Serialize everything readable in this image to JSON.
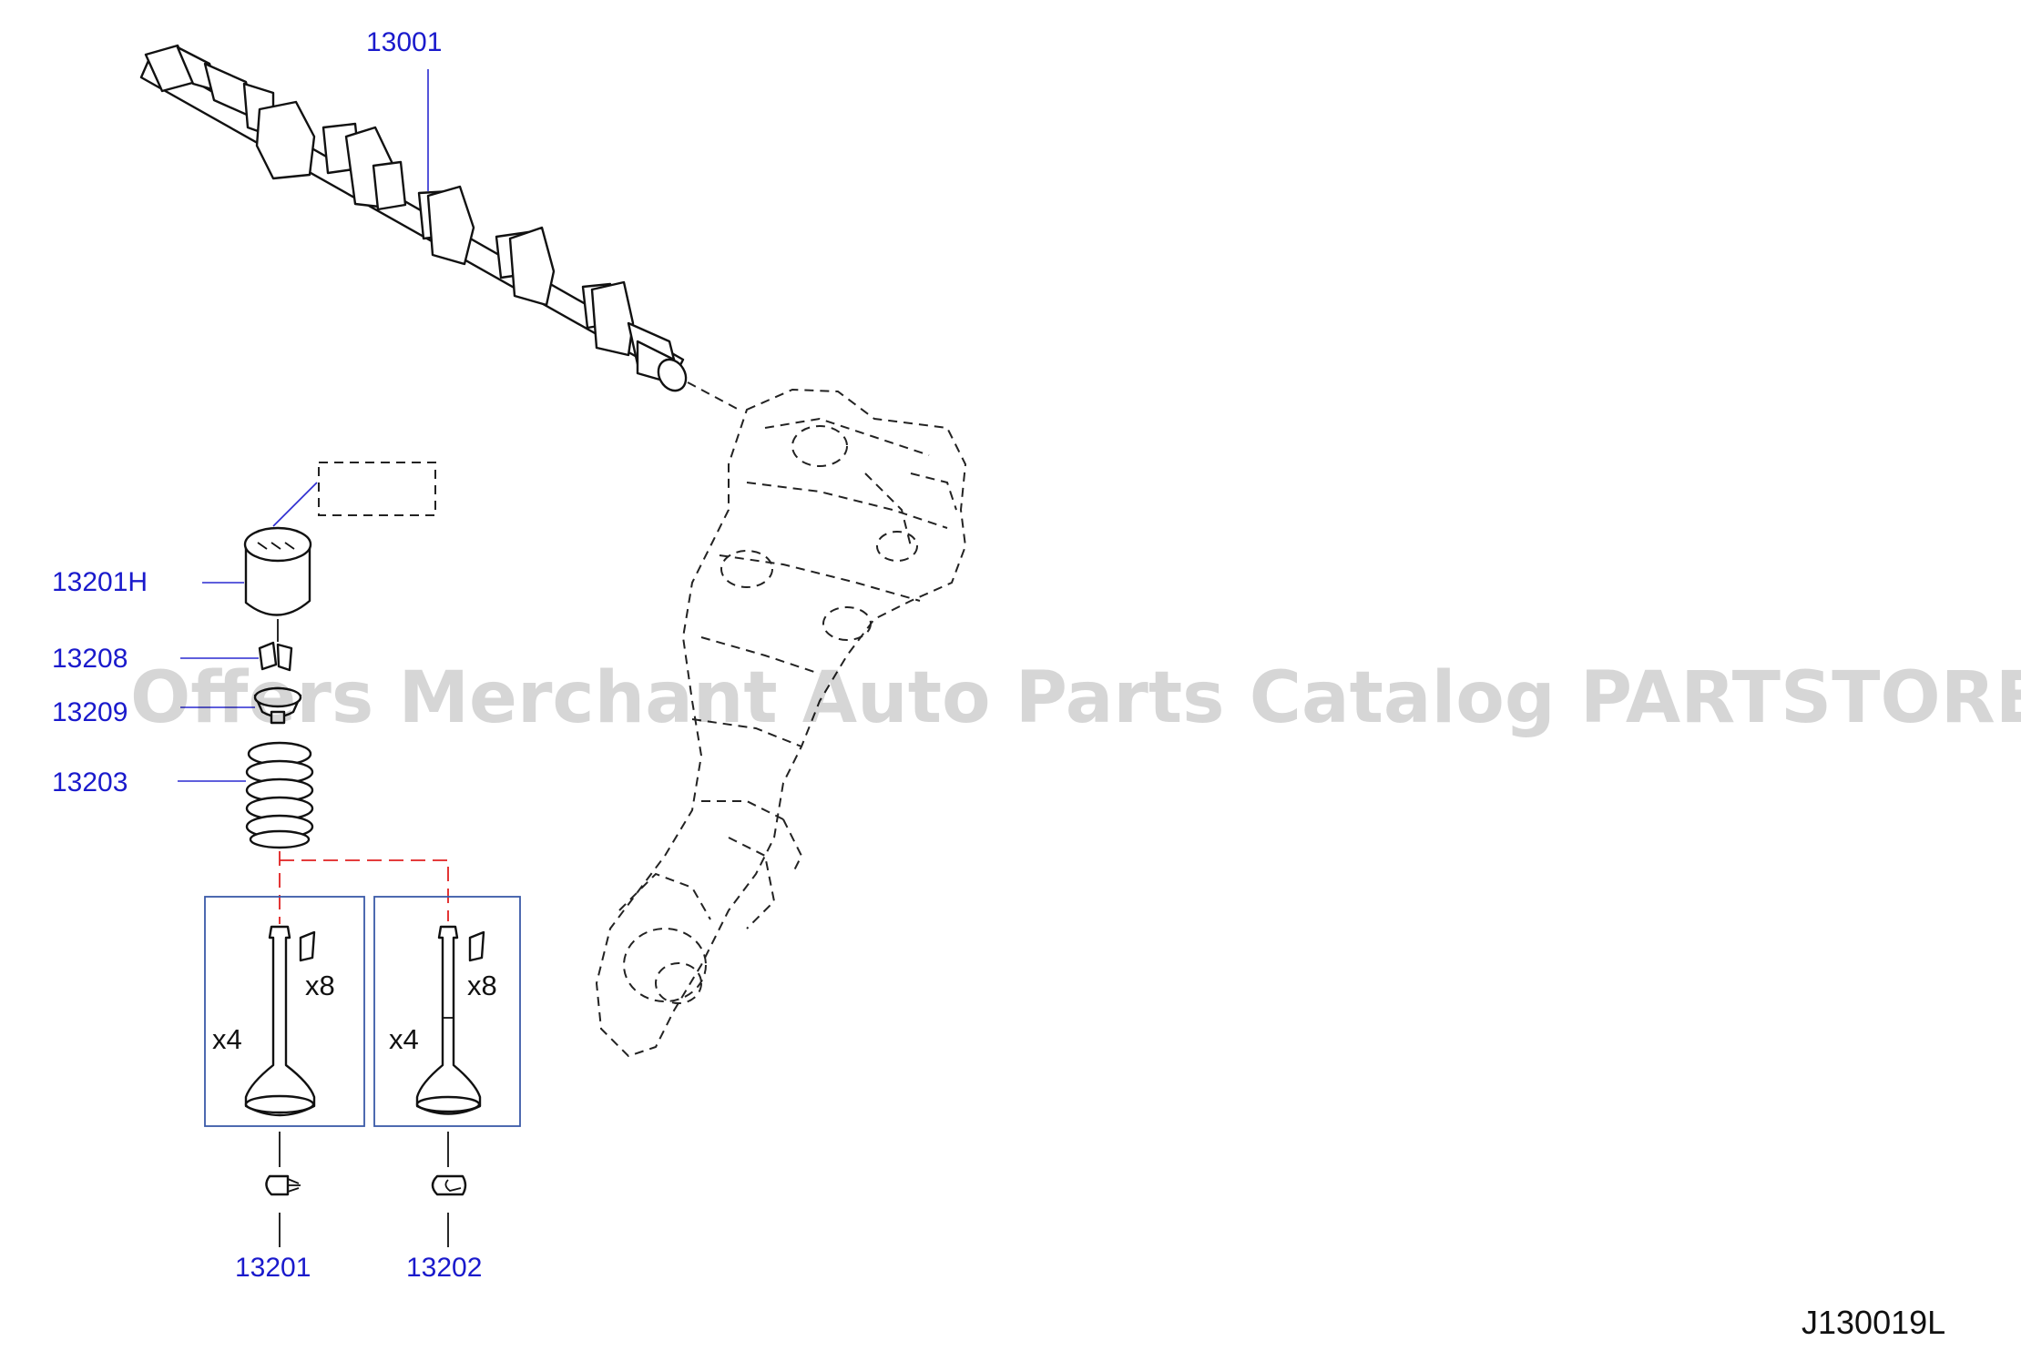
{
  "callouts": {
    "camshaft": "13001",
    "lifter": "13201H",
    "collet": "13208",
    "retainer": "13209",
    "spring": "13203",
    "intake_valve": "13201",
    "exhaust_valve": "13202"
  },
  "quantities": {
    "intake_collet_qty": "x8",
    "intake_valve_qty": "x4",
    "exhaust_collet_qty": "x8",
    "exhaust_valve_qty": "x4"
  },
  "watermark": "Offers Merchant Auto Parts Catalog PARTSTORE.SA",
  "diagram_code": "J130019L",
  "colors": {
    "callout_text": "#1a1acc",
    "leader_line": "#2a2ad0",
    "group_box": "#3a5aa8",
    "link_line": "#e02020"
  }
}
